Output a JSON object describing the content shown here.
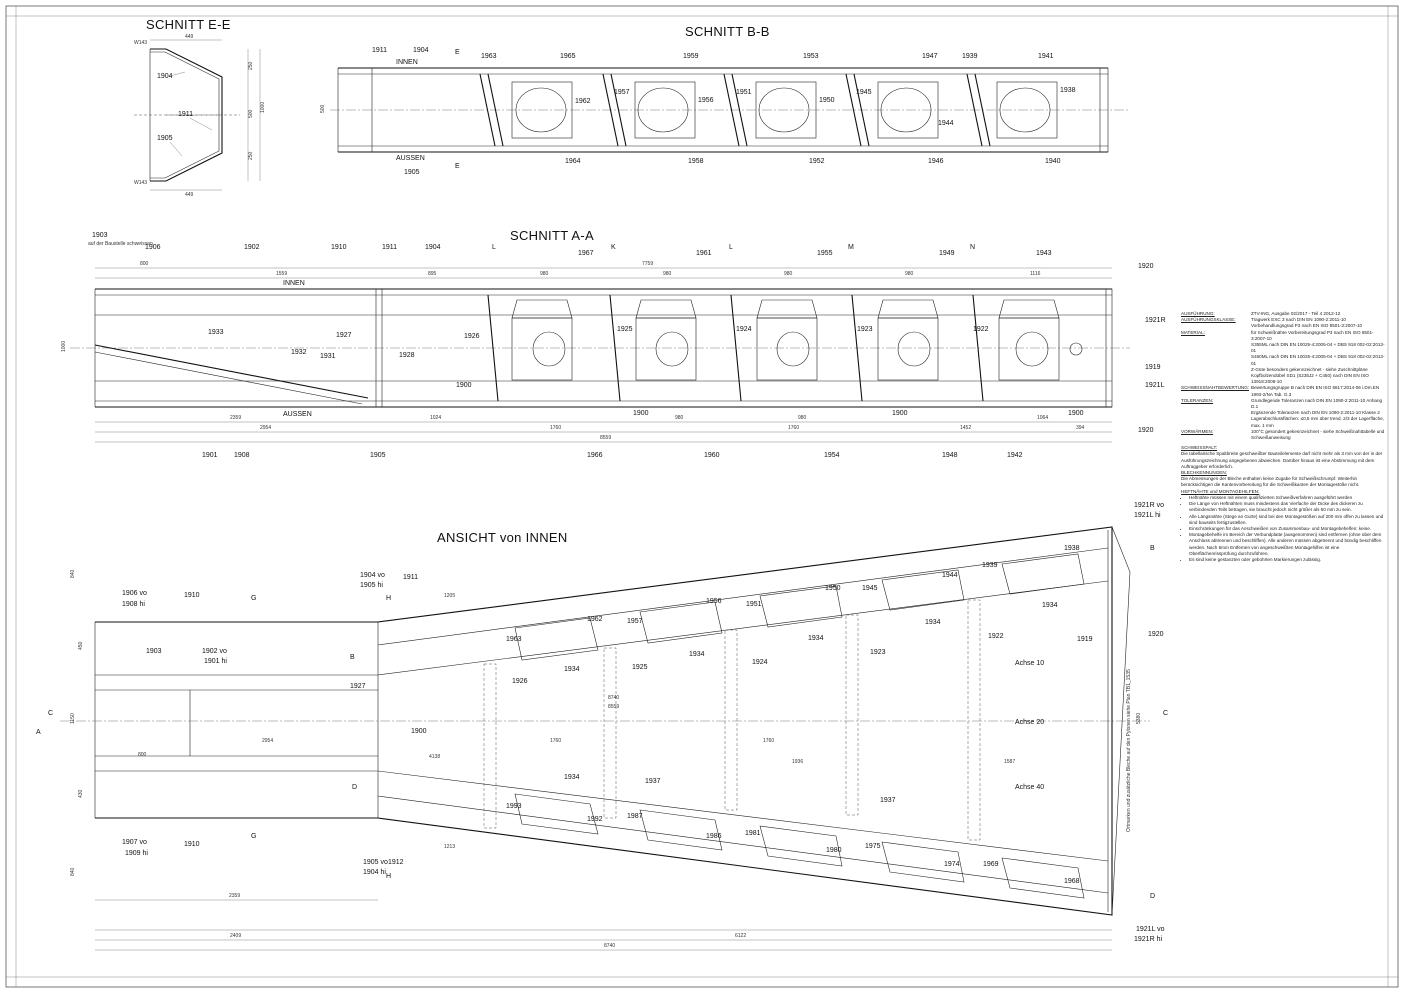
{
  "titles": {
    "schnitt_ee": "SCHNITT E-E",
    "schnitt_bb": "SCHNITT B-B",
    "schnitt_aa": "SCHNITT A-A",
    "ansicht": "ANSICHT von INNEN"
  },
  "section_ee": {
    "dim_top": "449",
    "dim_bottom": "449",
    "dim_total": "1000",
    "dim_250a": "250",
    "dim_500": "500",
    "dim_250b": "250",
    "parts": [
      "1904",
      "1911",
      "1905"
    ],
    "weld_marks": [
      "W143",
      "W143"
    ]
  },
  "section_bb": {
    "labels_top": [
      "1911",
      "1904",
      "1963",
      "1965",
      "1959",
      "1953",
      "1947",
      "1939",
      "1941"
    ],
    "labels_bottom": [
      "1905",
      "1964",
      "1958",
      "1952",
      "1946",
      "1940"
    ],
    "labels_mid": [
      "1962",
      "1957",
      "1956",
      "1951",
      "1950",
      "1945",
      "1944",
      "1938"
    ],
    "innen": "INNEN",
    "aussen": "AUSSEN",
    "cut_mark": "E",
    "dim_500": "500"
  },
  "section_aa": {
    "labels_top": [
      "1903",
      "1906",
      "1902",
      "1910",
      "1911",
      "1904",
      "1967",
      "1961",
      "1955",
      "1949",
      "1943",
      "1920"
    ],
    "labels_bottom": [
      "1901",
      "1908",
      "1905",
      "1966",
      "1960",
      "1954",
      "1948",
      "1942",
      "1920"
    ],
    "labels_mid": [
      "1933",
      "1927",
      "1932",
      "1931",
      "1928",
      "1926",
      "1925",
      "1924",
      "1923",
      "1922",
      "1900",
      "1900",
      "1900",
      "1900",
      "1921R",
      "1919",
      "1921L"
    ],
    "note_site_weld": "auf der Baustelle schweissen",
    "innen": "INNEN",
    "aussen": "AUSSEN",
    "dims_top": [
      "800",
      "1559",
      "895",
      "980",
      "7759",
      "980",
      "980",
      "980",
      "1116"
    ],
    "dims_bottom": [
      "2359",
      "2954",
      "1024",
      "1760",
      "980",
      "1760",
      "980",
      "1452",
      "1064",
      "394",
      "8559"
    ],
    "cut_marks": [
      "L",
      "K",
      "L",
      "M",
      "N"
    ],
    "dim_height": "1000"
  },
  "ansicht": {
    "labels": [
      "1906 vo",
      "1908 hi",
      "1910",
      "1904 vo",
      "1905 hi",
      "1911",
      "1903",
      "1902 vo",
      "1901 hi",
      "1927",
      "1900",
      "1926",
      "1925",
      "1924",
      "1923",
      "1922",
      "1963",
      "1962",
      "1957",
      "1956",
      "1951",
      "1950",
      "1945",
      "1944",
      "1939",
      "1938",
      "1919",
      "1920",
      "1921R vo",
      "1921L hi",
      "1934",
      "1934",
      "1934",
      "1934",
      "1934",
      "1934",
      "1907 vo",
      "1909 hi",
      "1910",
      "1905 vo",
      "1904 hi",
      "1912",
      "1993",
      "1992",
      "1987",
      "1986",
      "1981",
      "1980",
      "1975",
      "1974",
      "1969",
      "1968",
      "1937",
      "1937",
      "1921L vo",
      "1921R hi"
    ],
    "axes": [
      "Achse 10",
      "Achse 20",
      "Achse 40"
    ],
    "dims": [
      "840",
      "450",
      "1150",
      "430",
      "840",
      "800",
      "2954",
      "1760",
      "1760",
      "8740",
      "8559",
      "4138",
      "1936",
      "1587",
      "2359",
      "2409",
      "6122",
      "8740",
      "1205",
      "1213",
      "5380"
    ],
    "side_note": "Ortmarken und zusätzliche Bleche auf den Pylonen siehe Plan TB1_1535",
    "cut_marks": [
      "G",
      "H",
      "B",
      "C",
      "A",
      "D",
      "G",
      "H",
      "B",
      "C",
      "D"
    ]
  },
  "notes": {
    "rows": [
      {
        "key": "AUSFÜHRUNG:",
        "val": "ZTV-ING, Ausgabe 02/2017 - Teil 4 2012-12"
      },
      {
        "key": "AUSFÜHRUNGSKLASSE:",
        "val": "Tragwerk EXC 3 nach DIN EN 1090-2:2011-10"
      },
      {
        "key": "",
        "val": "Vorbehandlungsgrad P3 nach EN ISO 8501-3:2007-10"
      },
      {
        "key": "MATERIAL:",
        "val": "für Schweißnähte Vorbereitungsgrad P3 nach EN ISO 8501-3:2007-10"
      },
      {
        "key": "",
        "val": "S355ML nach DIN EN 10025-4:2005-04 + DBS 918 002-02:2013-01"
      },
      {
        "key": "",
        "val": "S460ML nach DIN EN 10025-4:2005-04 + DBS 918 002-02:2013-01"
      },
      {
        "key": "",
        "val": "Z-Güte besonders gekennzeichnet - siehe Zuschnittpläne"
      },
      {
        "key": "",
        "val": "Kopfbolzendübel SD1 (S235J2 + C450) nach DIN EN ISO 13918:2008-10"
      },
      {
        "key": "SCHWEISSNAHTBEWERTUNG:",
        "val": "Bewertungsgruppe B nach DIN EN ISO 5817:2014-06 i.Dm.EN 1993-2/NA Tab. G.3"
      },
      {
        "key": "TOLERANZEN:",
        "val": "Grundlegende Toleranzen nach DIN EN 1090-2:2011-10 Anhang D.1"
      },
      {
        "key": "",
        "val": "Ergänzende Toleranzen nach DIN EN 1090-2:2011-10 Klasse 2"
      },
      {
        "key": "",
        "val": "Lagerabschlussflächen: ≤0,5 mm über trend. 2/3 der Lagerfläche, max. 1 mm"
      },
      {
        "key": "VORWÄRMEN:",
        "val": "100°C gesondert gekennzeichnet - siehe Schweißnahttabelle und Schweißanweisung"
      }
    ],
    "schweissspalt_title": "SCHWEISSPALT:",
    "schweissspalt_text": "Die tabellarische Spaltbreite geschweißter Bauteilelemente darf nicht mehr als 3 mm von der in der Ausführungszeichnung angegebenen abweichen. Darüber hinaus ist eine Abstimmung mit dem Auftraggeber erforderlich.",
    "blech_title": "BLECHKENNUNGEN:",
    "blech_text": "Die Abmessungen der Bleche enthalten keine Zugabe für Schweißschrumpf. Weiterhin berücksichtigen die Kantenvorbereitung für die Schweißkanten der Montagestöße nicht.",
    "heft_title": "HEFTNÄHTE und MONTAGEHILFEN:",
    "heft_items": [
      "Heftnähte müssen mit einem qualifizierten Schweißverfahren ausgeführt werden",
      "Die Länge von Heftnähten muss mindestens das Vierfache der Dicke des dickeren zu verbindenden Teils betragen, sie braucht jedoch nicht größer als 50 mm zu sein.",
      "Alle Längsnähte (Stege an Gurte) sind bei den Montagestößen auf 200 mm offen zu lassen und sind bauseits fertigzustellen.",
      "Einschränkungen für das Anschweißen von Zusammenbau- und Montagebehelfen: keine.",
      "Montagebehelfe im Bereich der Verbundplatte (ausgenommen) sind entfernen (ohne über dem Anschluss abtrennen und beschliffen). Alle anderen müssen abgetrennt und bündig beschliffen werden. Nach 5mm Entfernen von angeschweißten Montagehilfen ist eine Oberflächenrissprüfung durchzuführen.",
      "Es sind keine gestanzten oder gebohrten Markierungen zulässig."
    ]
  }
}
